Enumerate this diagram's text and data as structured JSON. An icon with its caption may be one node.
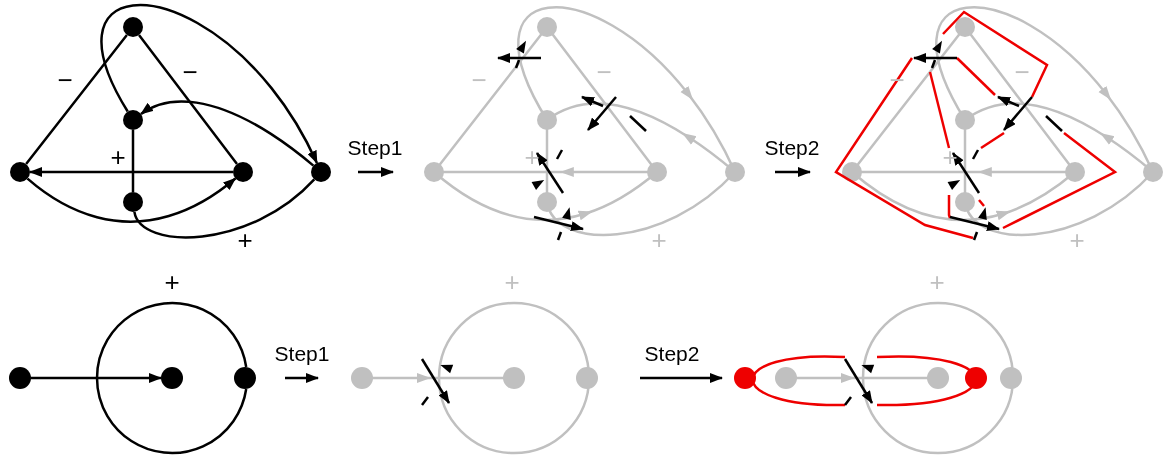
{
  "diagram": {
    "nodes": [
      {
        "text": [],
        "shape": "circle"
      },
      {
        "text": [],
        "shape": "circle"
      },
      {
        "text": [],
        "shape": "circle"
      },
      {
        "text": [],
        "shape": "circle"
      },
      {
        "text": [],
        "shape": "circle"
      },
      {
        "text": [],
        "shape": "circle"
      },
      {
        "text": [],
        "shape": "picture"
      },
      {
        "text": [],
        "shape": "picture"
      },
      {
        "text": [],
        "shape": "circle"
      },
      {
        "text": [],
        "shape": "circle"
      },
      {
        "text": [],
        "shape": "circle"
      },
      {
        "text": [],
        "shape": "picture"
      },
      {
        "text": [],
        "shape": "picture"
      }
    ],
    "edges": [
      {
        "from": 0,
        "to": 2,
        "arrow": "none"
      },
      {
        "from": 0,
        "to": 3,
        "arrow": "none"
      },
      {
        "from": 1,
        "to": 4,
        "arrow": "to"
      },
      {
        "from": 4,
        "to": 1,
        "arrow": "to"
      },
      {
        "from": 1,
        "to": 5,
        "arrow": "none"
      },
      {
        "from": 3,
        "to": 2,
        "arrow": "to"
      },
      {
        "from": 2,
        "to": 3,
        "arrow": "to"
      },
      {
        "from": 5,
        "to": 4,
        "arrow": "none"
      },
      {
        "from": null,
        "to": 6,
        "arrow": "to",
        "label": "Step1"
      },
      {
        "from": null,
        "to": 7,
        "arrow": "to",
        "label": "Step2"
      },
      {
        "from": 8,
        "to": 9,
        "arrow": "to"
      },
      {
        "from": 10,
        "to": 10,
        "arrow": "none"
      },
      {
        "from": null,
        "to": 11,
        "arrow": "to",
        "label": "Step1"
      },
      {
        "from": null,
        "to": 12,
        "arrow": "to",
        "label": "Step2"
      }
    ],
    "labels": [
      "−",
      "−",
      "+",
      "+",
      "−",
      "−",
      "+",
      "+",
      "−",
      "−",
      "+",
      "+",
      "+",
      "+",
      "+"
    ]
  }
}
